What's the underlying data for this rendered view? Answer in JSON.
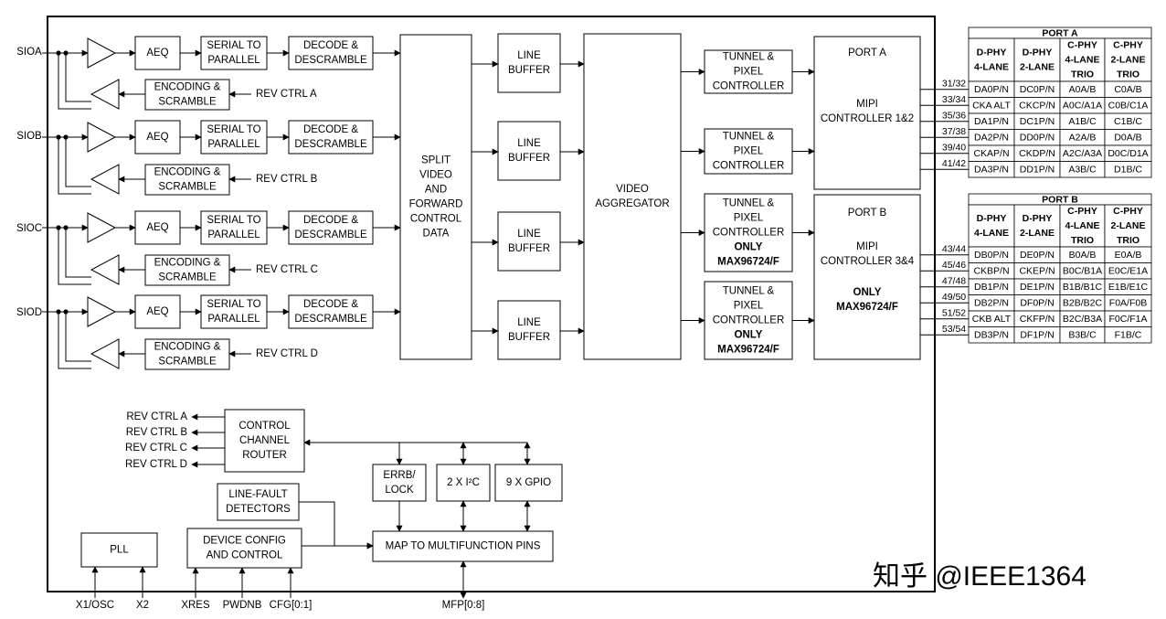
{
  "inputs": {
    "sio_labels": [
      "SIOA",
      "SIOB",
      "SIOC",
      "SIOD"
    ],
    "aeq": "AEQ",
    "serial_to_parallel": [
      "SERIAL TO",
      "PARALLEL"
    ],
    "decode": [
      "DECODE &",
      "DESCRAMBLE"
    ],
    "encoding": [
      "ENCODING &",
      "SCRAMBLE"
    ],
    "rev_ctrl": [
      "REV CTRL A",
      "REV CTRL B",
      "REV CTRL C",
      "REV CTRL D"
    ]
  },
  "split": [
    "SPLIT",
    "VIDEO",
    "AND",
    "FORWARD",
    "CONTROL",
    "DATA"
  ],
  "line_buffer": [
    "LINE",
    "BUFFER"
  ],
  "aggregator": [
    "VIDEO",
    "AGGREGATOR"
  ],
  "tunnel": [
    "TUNNEL &",
    "PIXEL",
    "CONTROLLER"
  ],
  "tunnel_only": [
    "ONLY",
    "MAX96724/F"
  ],
  "port_a_block": {
    "title": "PORT A",
    "lines": [
      "MIPI",
      "CONTROLLER 1&2"
    ]
  },
  "port_b_block": {
    "title": "PORT B",
    "lines": [
      "MIPI",
      "CONTROLLER 3&4"
    ],
    "only": [
      "ONLY",
      "MAX96724/F"
    ]
  },
  "control": {
    "router": [
      "CONTROL",
      "CHANNEL",
      "ROUTER"
    ],
    "rev_ctrl": [
      "REV CTRL A",
      "REV CTRL B",
      "REV CTRL C",
      "REV CTRL D"
    ],
    "errb": [
      "ERRB/",
      "LOCK"
    ],
    "i2c": "2 X I²C",
    "gpio": "9 X GPIO",
    "line_fault": [
      "LINE-FAULT",
      "DETECTORS"
    ],
    "pll": "PLL",
    "device_config": [
      "DEVICE CONFIG",
      "AND CONTROL"
    ],
    "mfp_map": "MAP TO MULTIFUNCTION PINS"
  },
  "pins": {
    "bottom": [
      "X1/OSC",
      "X2",
      "XRES",
      "PWDNB",
      "CFG[0:1]"
    ],
    "mfp": "MFP[0:8]"
  },
  "port_a_table": {
    "title": "PORT A",
    "headers": [
      [
        "D-PHY",
        "4-LANE"
      ],
      [
        "D-PHY",
        "2-LANE"
      ],
      [
        "C-PHY",
        "4-LANE",
        "TRIO"
      ],
      [
        "C-PHY",
        "2-LANE",
        "TRIO"
      ]
    ],
    "pin_numbers": [
      "31/32",
      "33/34",
      "35/36",
      "37/38",
      "39/40",
      "41/42"
    ],
    "rows": [
      [
        "DA0P/N",
        "DC0P/N",
        "A0A/B",
        "C0A/B"
      ],
      [
        "CKA ALT",
        "CKCP/N",
        "A0C/A1A",
        "C0B/C1A"
      ],
      [
        "DA1P/N",
        "DC1P/N",
        "A1B/C",
        "C1B/C"
      ],
      [
        "DA2P/N",
        "DD0P/N",
        "A2A/B",
        "D0A/B"
      ],
      [
        "CKAP/N",
        "CKDP/N",
        "A2C/A3A",
        "D0C/D1A"
      ],
      [
        "DA3P/N",
        "DD1P/N",
        "A3B/C",
        "D1B/C"
      ]
    ]
  },
  "port_b_table": {
    "title": "PORT B",
    "headers": [
      [
        "D-PHY",
        "4-LANE"
      ],
      [
        "D-PHY",
        "2-LANE"
      ],
      [
        "C-PHY",
        "4-LANE",
        "TRIO"
      ],
      [
        "C-PHY",
        "2-LANE",
        "TRIO"
      ]
    ],
    "pin_numbers": [
      "43/44",
      "45/46",
      "47/48",
      "49/50",
      "51/52",
      "53/54"
    ],
    "rows": [
      [
        "DB0P/N",
        "DE0P/N",
        "B0A/B",
        "E0A/B"
      ],
      [
        "CKBP/N",
        "CKEP/N",
        "B0C/B1A",
        "E0C/E1A"
      ],
      [
        "DB1P/N",
        "DE1P/N",
        "B1B/B1C",
        "E1B/E1C"
      ],
      [
        "DB2P/N",
        "DF0P/N",
        "B2B/B2C",
        "F0A/F0B"
      ],
      [
        "CKB ALT",
        "CKFP/N",
        "B2C/B3A",
        "F0C/F1A"
      ],
      [
        "DB3P/N",
        "DF1P/N",
        "B3B/C",
        "F1B/C"
      ]
    ]
  },
  "watermark": "知乎 @IEEE1364"
}
